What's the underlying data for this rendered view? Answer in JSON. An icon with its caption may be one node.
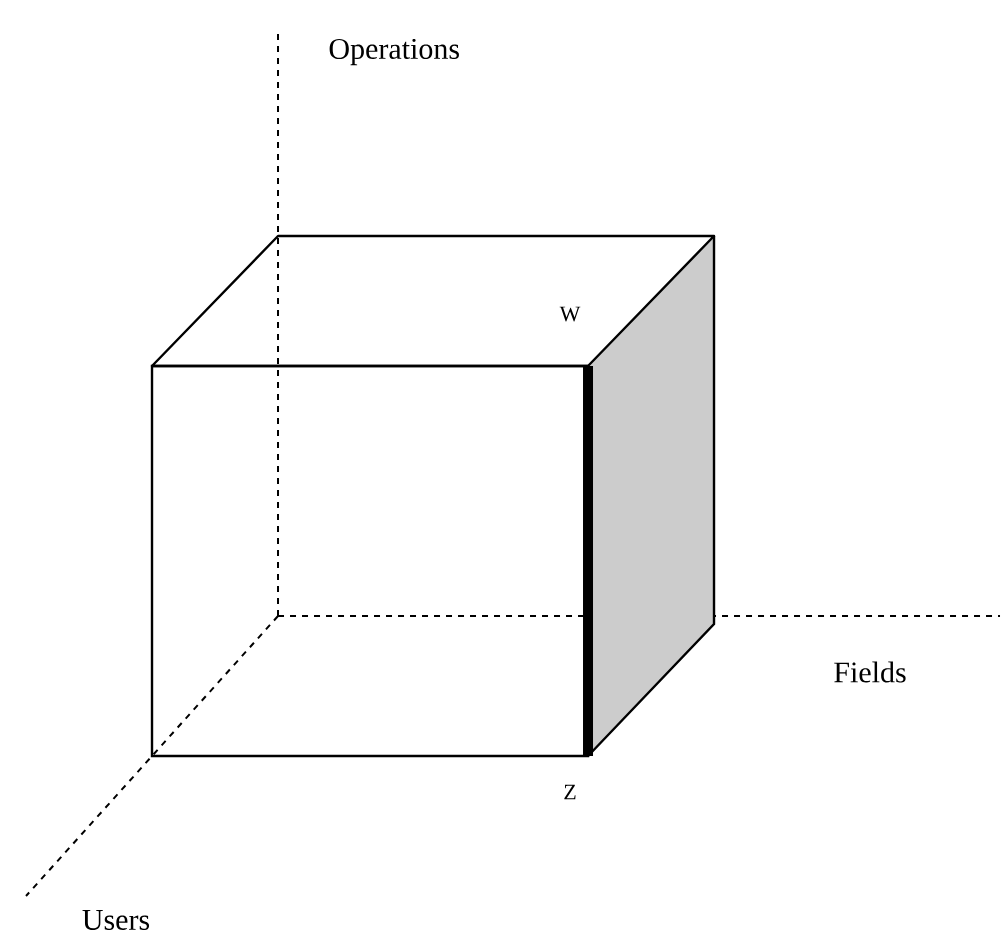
{
  "diagram": {
    "labels": [
      "Operations",
      "W",
      "Fields",
      "Z",
      "Users"
    ]
  }
}
